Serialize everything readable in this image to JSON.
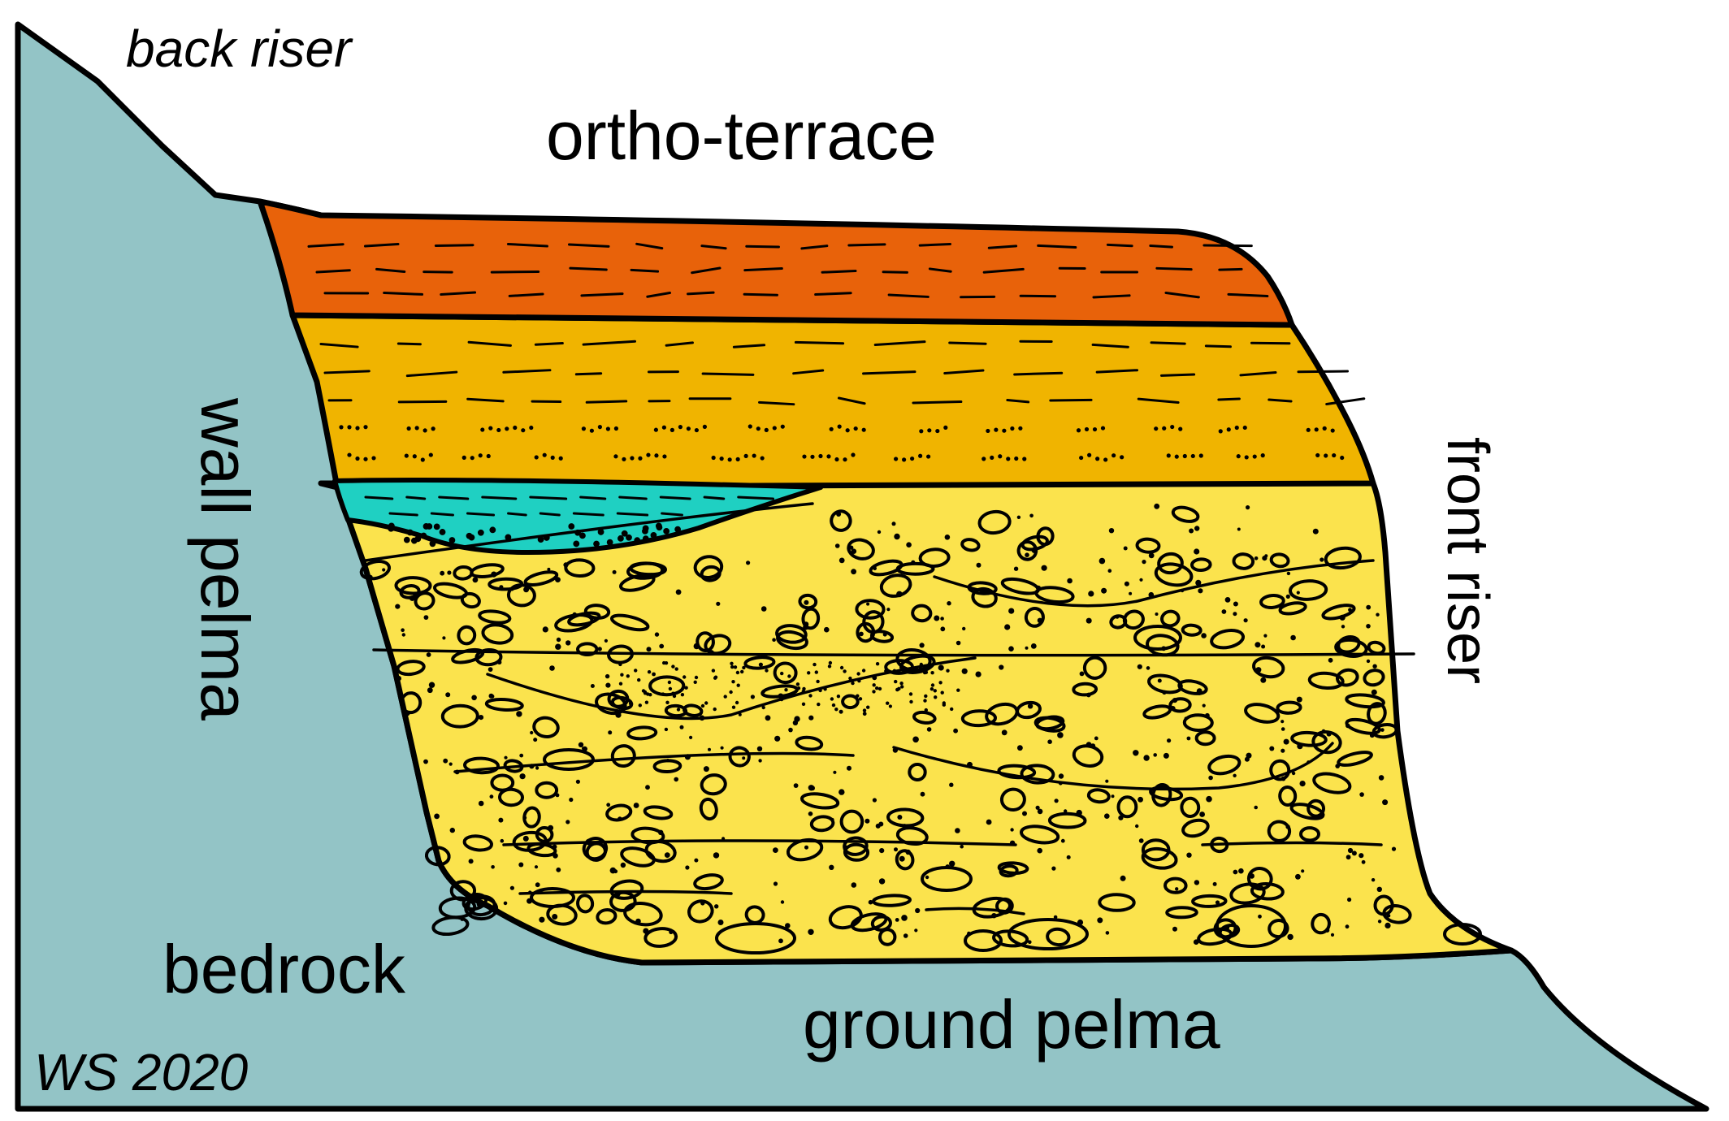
{
  "labels": {
    "back_riser": "back riser",
    "ortho_terrace": "ortho-terrace",
    "wall_pelma": "wall pelma",
    "front_riser": "front riser",
    "bedrock": "bedrock",
    "ground_pelma": "ground pelma",
    "credit": "WS 2020"
  },
  "colors": {
    "bedrock": "#93c4c6",
    "bedrock_text": "#1f8a90",
    "top_layer": "#e8620a",
    "middle_layer": "#f0b400",
    "gravel_layer": "#fbe34d",
    "lens": "#1fd0c2",
    "outline": "#000000"
  }
}
